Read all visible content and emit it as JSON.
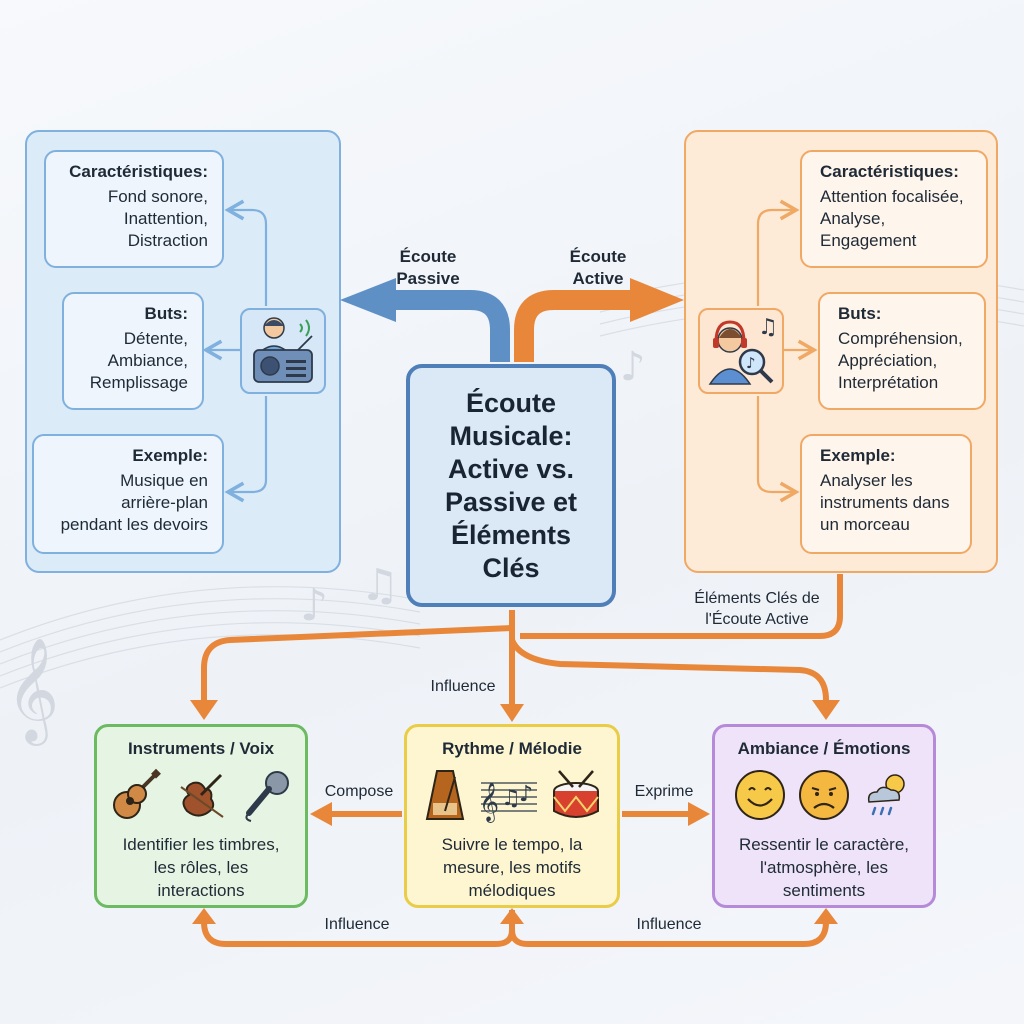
{
  "center": {
    "title": "Écoute\nMusicale:\nActive vs.\nPassive et\nÉléments\nClés"
  },
  "passive_arrow_label": "Écoute\nPassive",
  "active_arrow_label": "Écoute\nActive",
  "passive": {
    "cards": [
      {
        "title": "Caractéristiques:",
        "body": "Fond sonore,\nInattention,\nDistraction"
      },
      {
        "title": "Buts:",
        "body": "Détente,\nAmbiance,\nRemplissage"
      },
      {
        "title": "Exemple:",
        "body": "Musique en\narrière-plan\npendant les devoirs"
      }
    ],
    "icon": "person-with-radio-icon"
  },
  "active": {
    "cards": [
      {
        "title": "Caractéristiques:",
        "body": "Attention focalisée,\nAnalyse,\nEngagement"
      },
      {
        "title": "Buts:",
        "body": "Compréhension,\nAppréciation,\nInterprétation"
      },
      {
        "title": "Exemple:",
        "body": "Analyser les\ninstruments dans\nun morceau"
      }
    ],
    "icon": "person-with-headphones-magnifier-icon"
  },
  "elements_label": "Éléments Clés de\nl'Écoute Active",
  "influence_top_label": "Influence",
  "bottom": {
    "instruments": {
      "title": "Instruments / Voix",
      "body": "Identifier les timbres,\nles rôles, les\ninteractions",
      "icons": [
        "guitar-icon",
        "violin-icon",
        "microphone-icon"
      ]
    },
    "rhythm": {
      "title": "Rythme / Mélodie",
      "body": "Suivre le tempo, la\nmesure, les motifs\nmélodiques",
      "icons": [
        "metronome-icon",
        "music-staff-icon",
        "drum-icon"
      ]
    },
    "mood": {
      "title": "Ambiance / Émotions",
      "body": "Ressentir le caractère,\nl'atmosphère, les\nsentiments",
      "icons": [
        "happy-face-icon",
        "sad-face-icon",
        "weather-icon"
      ]
    }
  },
  "compose_label": "Compose",
  "expresses_label": "Exprime",
  "influence_left_label": "Influence",
  "influence_right_label": "Influence",
  "colors": {
    "blue": "#4e7fb8",
    "orange": "#e8873a",
    "green": "#6cbb62",
    "yellow": "#e9cc47",
    "purple": "#b68ad9"
  }
}
